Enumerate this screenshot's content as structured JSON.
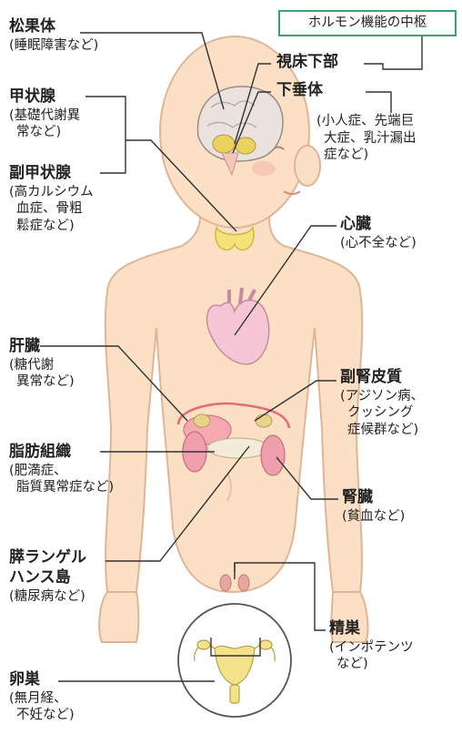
{
  "header_box": "ホルモン機能の中枢",
  "organs": {
    "pineal": {
      "name": "松果体",
      "note": "(睡眠障害など)"
    },
    "thalamus": {
      "name": "視床下部"
    },
    "pituitary": {
      "name": "下垂体",
      "note_lines": [
        "(小人症、先端巨",
        "大症、乳汁漏出",
        "症など)"
      ]
    },
    "thyroid": {
      "name": "甲状腺",
      "note_lines": [
        "(基礎代謝異",
        "常など)"
      ]
    },
    "parathyroid": {
      "name": "副甲状腺",
      "note_lines": [
        "(高カルシウム",
        "血症、骨粗",
        "鬆症など)"
      ]
    },
    "heart": {
      "name": "心臓",
      "note": "(心不全など)"
    },
    "liver": {
      "name": "肝臓",
      "note_lines": [
        "(糖代謝",
        "異常など)"
      ]
    },
    "adrenal": {
      "name": "副腎皮質",
      "note_lines": [
        "(アジソン病、",
        "クッシング",
        "症候群など)"
      ]
    },
    "adipose": {
      "name": "脂肪組織",
      "note_lines": [
        "(肥満症、",
        "脂質異常症など)"
      ]
    },
    "kidney": {
      "name": "腎臓",
      "note": "(貧血など)"
    },
    "pancreas": {
      "name_lines": [
        "膵ランゲル",
        "ハンス島"
      ],
      "note": "(糖尿病など)"
    },
    "testis": {
      "name": "精巣",
      "note_lines": [
        "(インポテンツ",
        "など)"
      ]
    },
    "ovary": {
      "name": "卵巣",
      "note_lines": [
        "(無月経、",
        "不妊など)"
      ]
    }
  },
  "colors": {
    "skin": "#fbe0c6",
    "skin_edge": "#e0b596",
    "frame": "#3aa36a",
    "heart": "#f6c6d6",
    "kidney": "#ef9fae",
    "thyroid": "#f4e27a",
    "liver_edge": "#e46b73"
  }
}
